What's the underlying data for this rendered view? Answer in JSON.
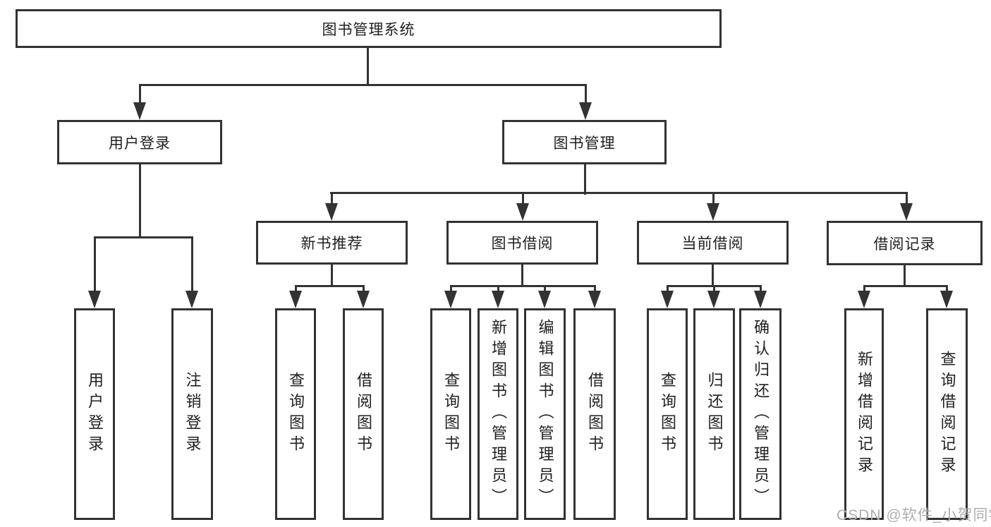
{
  "tree": {
    "root": {
      "label": "图书管理系统",
      "children": [
        {
          "label": "用户登录",
          "leaves": [
            "用户登录",
            "注销登录"
          ]
        },
        {
          "label": "图书管理",
          "groups": [
            {
              "label": "新书推荐",
              "leaves": [
                "查询图书",
                "借阅图书"
              ]
            },
            {
              "label": "图书借阅",
              "leaves": [
                "查询图书",
                "新增图书（管理员）",
                "编辑图书（管理员）",
                "借阅图书"
              ]
            },
            {
              "label": "当前借阅",
              "leaves": [
                "查询图书",
                "归还图书",
                "确认归还（管理员）"
              ]
            },
            {
              "label": "借阅记录",
              "leaves": [
                "新增借阅记录",
                "查询借阅记录"
              ]
            }
          ]
        }
      ]
    }
  },
  "watermark": {
    "text": "CSDN @软件_小贺同学"
  },
  "colors": {
    "line": "#333333",
    "text": "#1f1f1f",
    "watermark": "#aeaeae"
  }
}
